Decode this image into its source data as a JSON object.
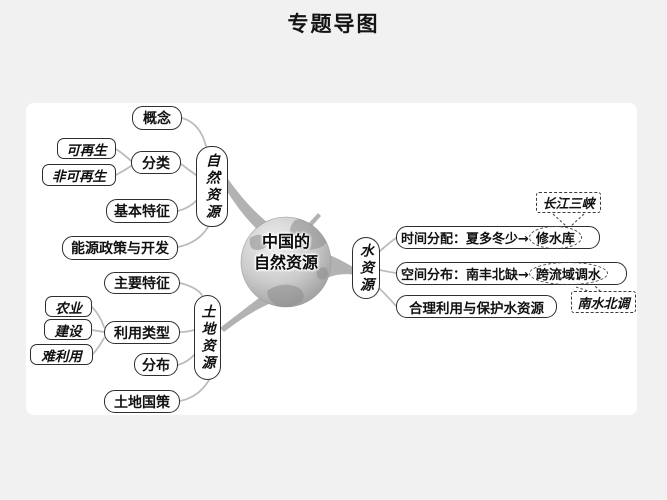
{
  "title": "专题导图",
  "center": {
    "line1": "中国的",
    "line2": "自然资源"
  },
  "natural": {
    "label": "自然资源",
    "concept": "概念",
    "classification": "分类",
    "renewable": "可再生",
    "non_renewable": "非可再生",
    "basic_features": "基本特征",
    "energy_policy": "能源政策与开发"
  },
  "land": {
    "label": "土地资源",
    "main_features": "主要特征",
    "use_types": "利用类型",
    "agriculture": "农业",
    "construction": "建设",
    "hard_to_use": "难利用",
    "distribution": "分布",
    "national_policy": "土地国策"
  },
  "water": {
    "label": "水资源",
    "time_prefix": "时间分配：夏多冬少→",
    "time_measure": "修水库",
    "time_example": "长江三峡",
    "space_prefix": "空间分布：南丰北缺→",
    "space_measure": "跨流域调水",
    "space_example": "南水北调",
    "protection": "合理利用与保护水资源"
  },
  "colors": {
    "background": "#f1f1f2",
    "panel": "#ffffff",
    "node_border": "#2e2e2e",
    "branch": "#b2b2b2",
    "connector": "#bcbcbc",
    "text": "#111111"
  }
}
